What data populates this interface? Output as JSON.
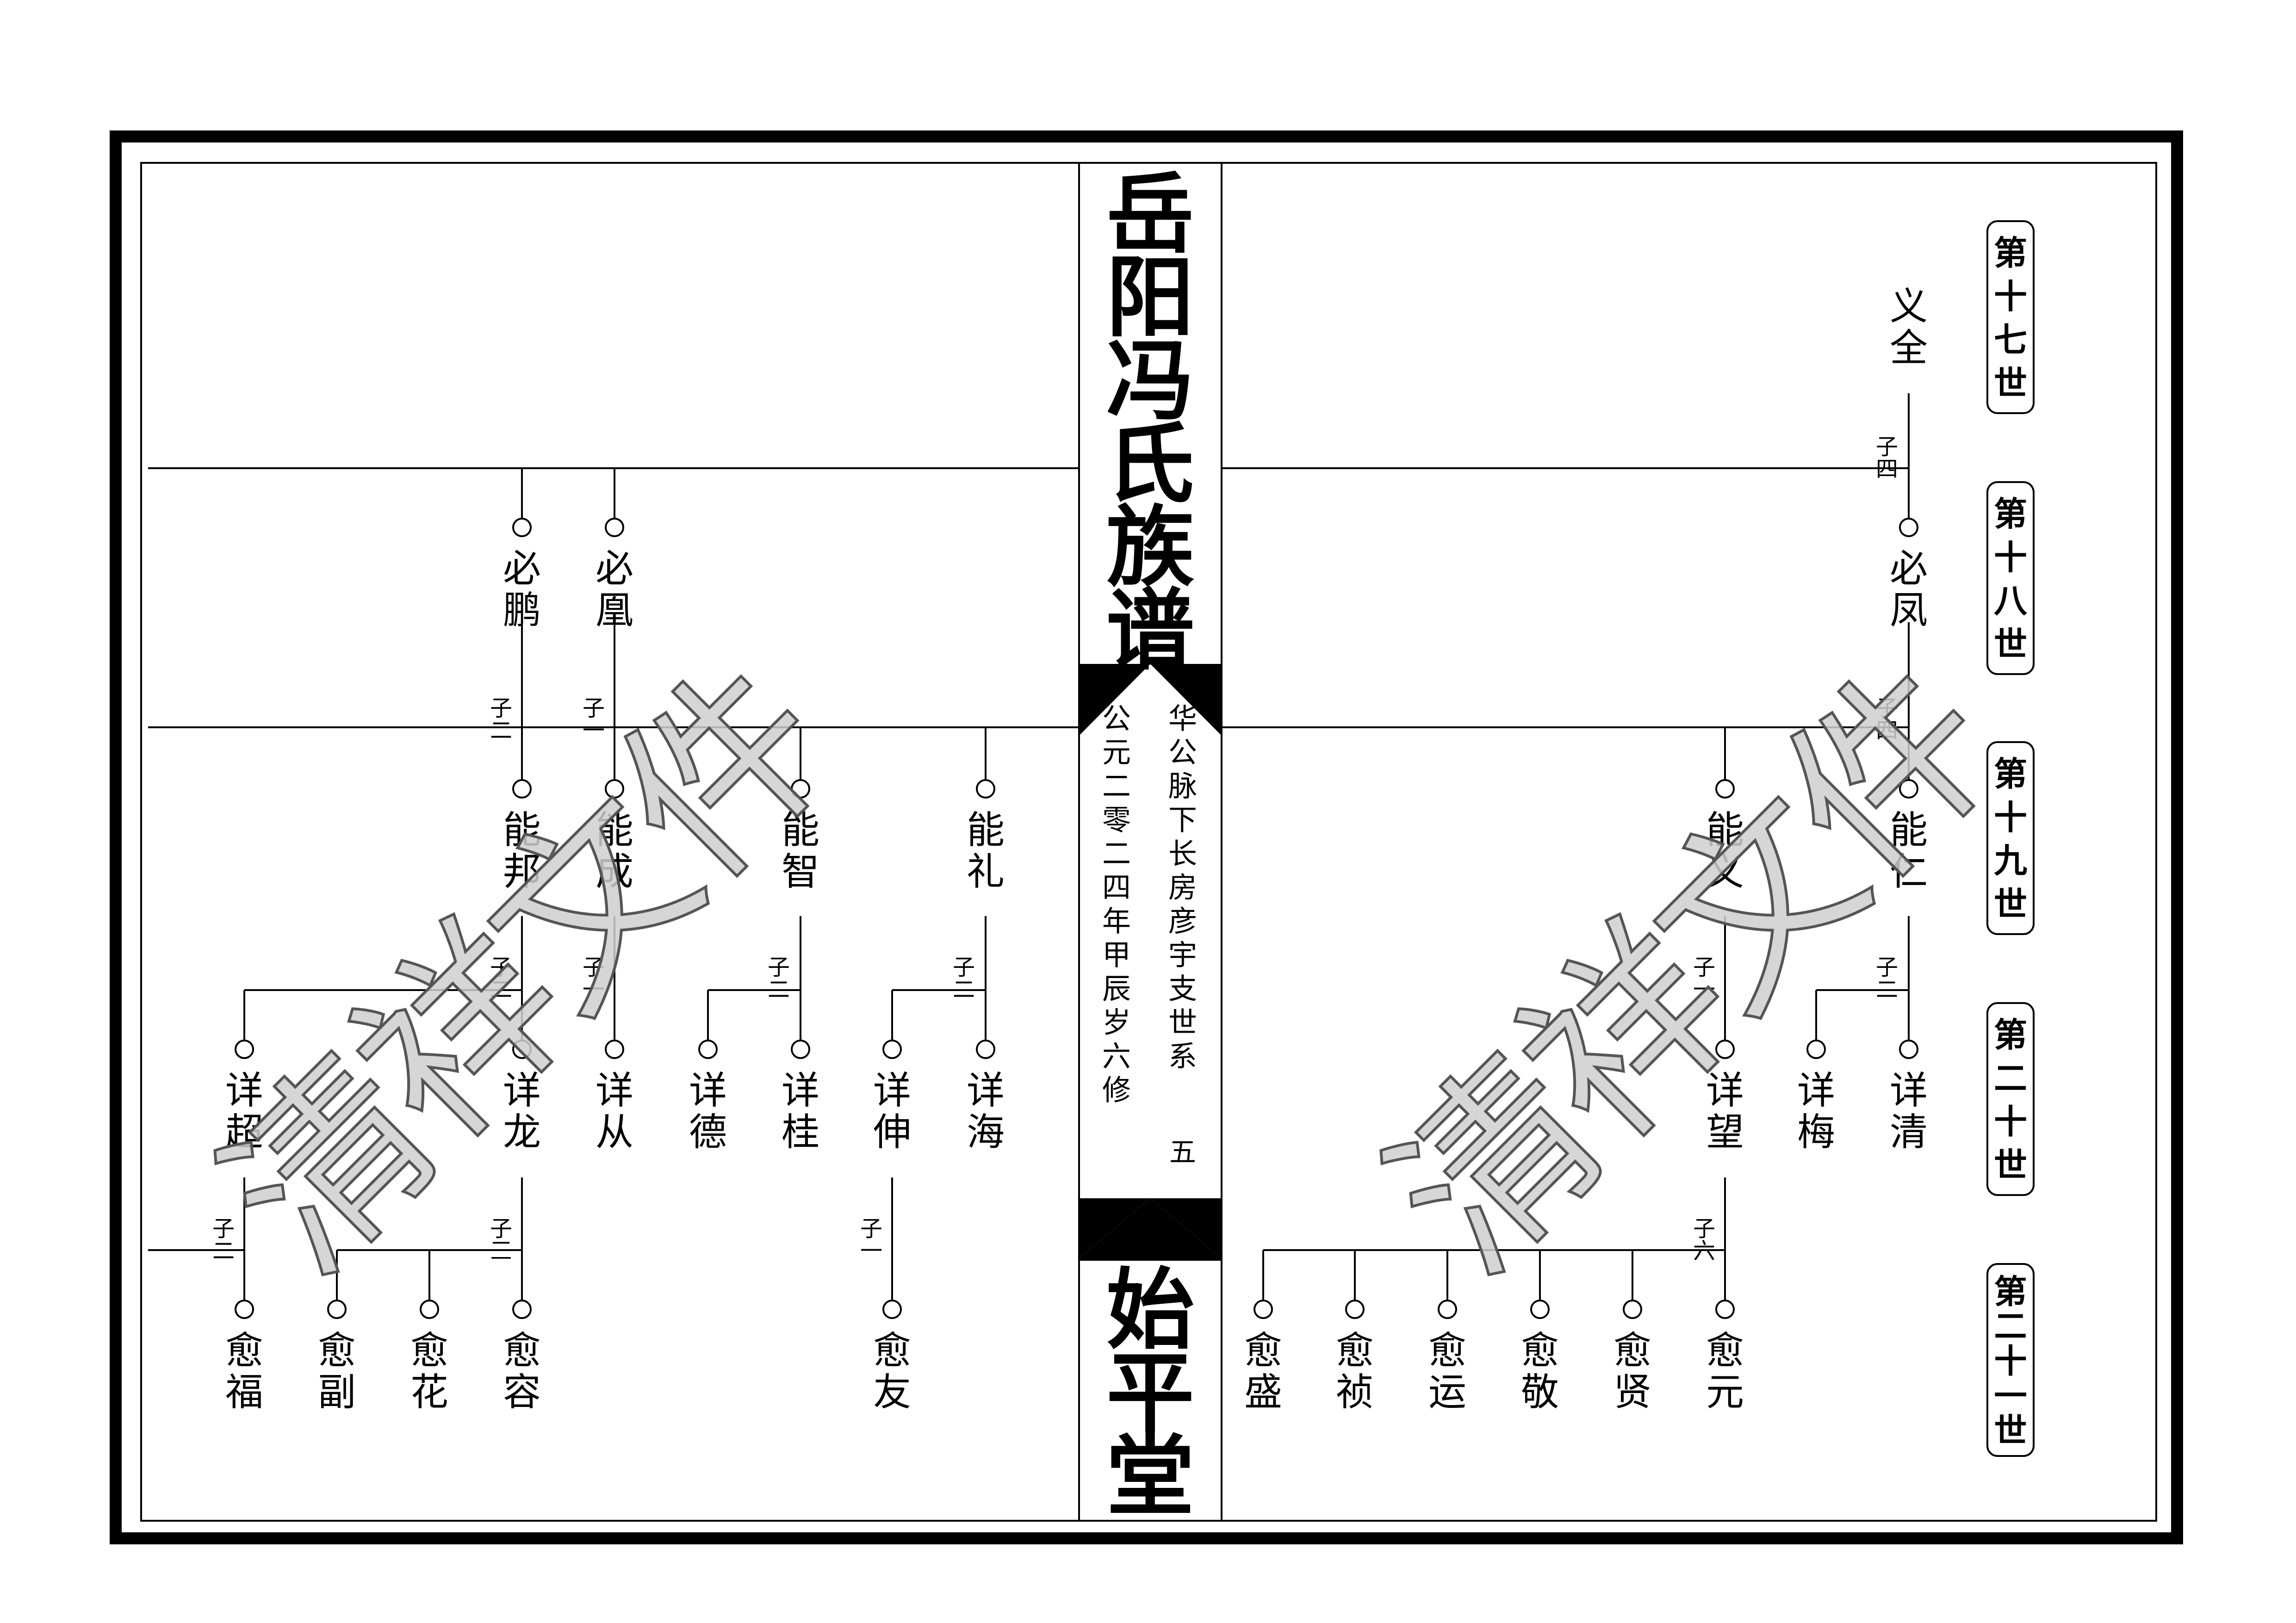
{
  "spine": {
    "title_upper": "岳阳冯氏族谱",
    "title_lower": "始平堂",
    "subtitle_right": "华公脉下长房彦宇支世系",
    "subtitle_left": "公元二零二四年甲辰岁六修",
    "page_number": "五"
  },
  "generations": [
    "第十七世",
    "第十八世",
    "第十九世",
    "第二十世",
    "第二十一世"
  ],
  "watermark": "清祥文件",
  "right_page": {
    "persons": [
      {
        "id": "r_yiquan",
        "name": "义全"
      },
      {
        "id": "r_bifeng",
        "name": "必凤"
      },
      {
        "id": "r_nengyi",
        "name": "能义"
      },
      {
        "id": "r_nengren",
        "name": "能仁"
      },
      {
        "id": "r_xiangwang",
        "name": "详望"
      },
      {
        "id": "r_xiangmei",
        "name": "详梅"
      },
      {
        "id": "r_xiangqing",
        "name": "详清"
      },
      {
        "id": "r_yusheng",
        "name": "愈盛"
      },
      {
        "id": "r_yuzhen",
        "name": "愈祯"
      },
      {
        "id": "r_yuyun",
        "name": "愈运"
      },
      {
        "id": "r_yujing",
        "name": "愈敬"
      },
      {
        "id": "r_yuxian",
        "name": "愈贤"
      },
      {
        "id": "r_yuyuan",
        "name": "愈元"
      }
    ],
    "child_counts": [
      {
        "id": "rc1",
        "text": "子四"
      },
      {
        "id": "rc2",
        "text": "子四"
      },
      {
        "id": "rc3",
        "text": "子一"
      },
      {
        "id": "rc4",
        "text": "子二"
      },
      {
        "id": "rc5",
        "text": "子六"
      }
    ]
  },
  "left_page": {
    "persons": [
      {
        "id": "l_bipeng",
        "name": "必鹏"
      },
      {
        "id": "l_bihuang",
        "name": "必凰"
      },
      {
        "id": "l_nengbang",
        "name": "能邦"
      },
      {
        "id": "l_nengcheng",
        "name": "能成"
      },
      {
        "id": "l_nengzhi",
        "name": "能智"
      },
      {
        "id": "l_nengli",
        "name": "能礼"
      },
      {
        "id": "l_xiangchao",
        "name": "详超"
      },
      {
        "id": "l_xianglong",
        "name": "详龙"
      },
      {
        "id": "l_xiangcong",
        "name": "详从"
      },
      {
        "id": "l_xiangde",
        "name": "详德"
      },
      {
        "id": "l_xianggui",
        "name": "详桂"
      },
      {
        "id": "l_xiangshen",
        "name": "详伸"
      },
      {
        "id": "l_xianghai",
        "name": "详海"
      },
      {
        "id": "l_yufu",
        "name": "愈福"
      },
      {
        "id": "l_yufu2",
        "name": "愈副"
      },
      {
        "id": "l_yuhua",
        "name": "愈花"
      },
      {
        "id": "l_yurong",
        "name": "愈容"
      },
      {
        "id": "l_yuyou",
        "name": "愈友"
      }
    ],
    "child_counts": [
      {
        "id": "lc1",
        "text": "子二"
      },
      {
        "id": "lc2",
        "text": "子一"
      },
      {
        "id": "lc3",
        "text": "子二"
      },
      {
        "id": "lc4",
        "text": "子一"
      },
      {
        "id": "lc5",
        "text": "子二"
      },
      {
        "id": "lc6",
        "text": "子二"
      },
      {
        "id": "lc7",
        "text": "子二"
      },
      {
        "id": "lc8",
        "text": "子三"
      },
      {
        "id": "lc9",
        "text": "子一"
      }
    ]
  }
}
